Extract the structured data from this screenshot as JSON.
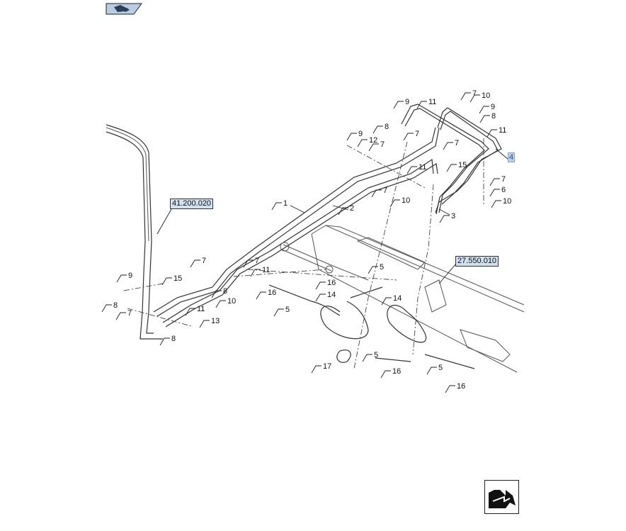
{
  "diagram": {
    "references": {
      "left": "41.200.020",
      "right": "27.550.010",
      "highlighted_item": "4"
    },
    "callouts": [
      "9",
      "11",
      "8",
      "7",
      "7",
      "10",
      "9",
      "8",
      "11",
      "7",
      "7",
      "6",
      "10",
      "3",
      "15",
      "11",
      "7",
      "10",
      "9",
      "12",
      "7",
      "1",
      "2",
      "7",
      "7",
      "11",
      "8",
      "10",
      "16",
      "16",
      "5",
      "14",
      "5",
      "14",
      "5",
      "16",
      "17",
      "5",
      "16",
      "9",
      "15",
      "8",
      "7",
      "11",
      "13",
      "8"
    ],
    "icons": {
      "top": "previous-page-icon",
      "bottom": "next-page-arrow-icon"
    },
    "colors": {
      "ref_box": "#cfe0f0",
      "highlight": "#b9d3ee"
    }
  }
}
